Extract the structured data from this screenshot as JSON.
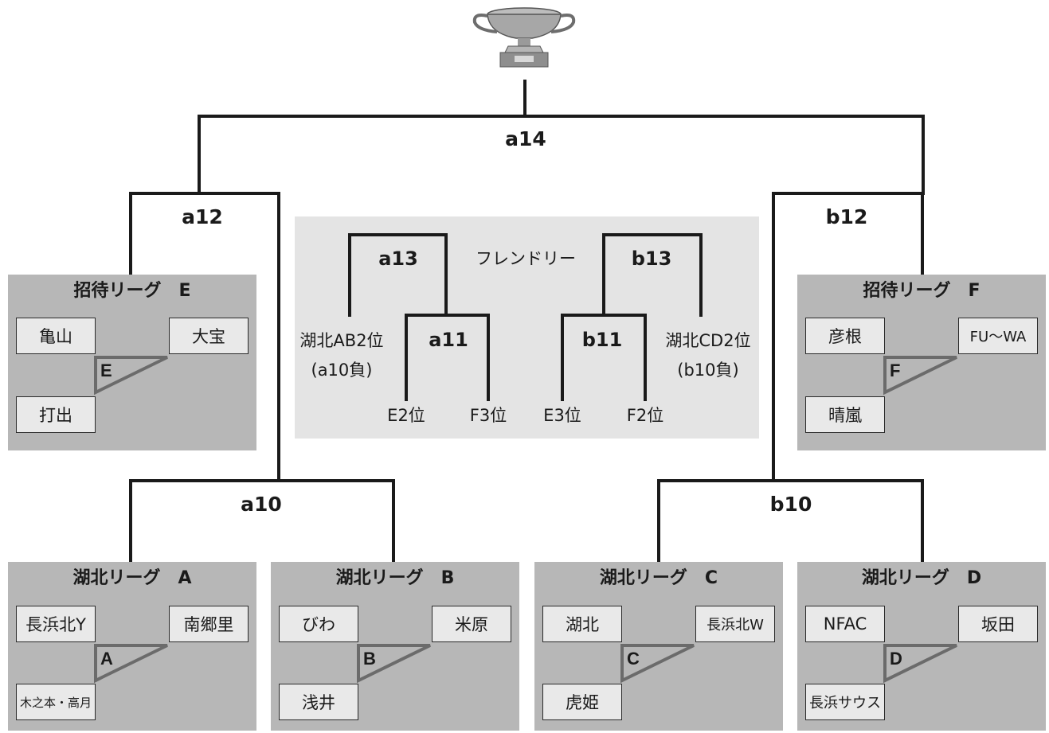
{
  "rounds": {
    "final": "a14",
    "semi_left": "a12",
    "semi_right": "b12",
    "qf_left": "a10",
    "qf_right": "b10"
  },
  "friendly": {
    "title": "フレンドリー",
    "a13": "a13",
    "b13": "b13",
    "a11": "a11",
    "b11": "b11",
    "left_seed_line1": "湖北AB2位",
    "left_seed_line2": "(a10負)",
    "right_seed_line1": "湖北CD2位",
    "right_seed_line2": "(b10負)",
    "e2": "E2位",
    "f3": "F3位",
    "e3": "E3位",
    "f2": "F2位"
  },
  "leagues": {
    "E": {
      "title": "招待リーグ　E",
      "letter": "E",
      "team1": "亀山",
      "team2": "大宝",
      "team3": "打出"
    },
    "F": {
      "title": "招待リーグ　F",
      "letter": "F",
      "team1": "彦根",
      "team2": "FU〜WA",
      "team3": "晴嵐"
    },
    "A": {
      "title": "湖北リーグ　A",
      "letter": "A",
      "team1": "長浜北Y",
      "team2": "南郷里",
      "team3": "木之本・高月"
    },
    "B": {
      "title": "湖北リーグ　B",
      "letter": "B",
      "team1": "びわ",
      "team2": "米原",
      "team3": "浅井"
    },
    "C": {
      "title": "湖北リーグ　C",
      "letter": "C",
      "team1": "湖北",
      "team2": "長浜北W",
      "team3": "虎姫"
    },
    "D": {
      "title": "湖北リーグ　D",
      "letter": "D",
      "team1": "NFAC",
      "team2": "坂田",
      "team3": "長浜サウス"
    }
  },
  "colors": {
    "bracket_line": "#1a1a1a",
    "panel_bg": "#b7b7b7",
    "friendly_bg": "#e4e4e4",
    "team_box_bg": "#e9e9e9",
    "triangle_stroke": "#6b6b6b"
  },
  "icons": {
    "trophy": "trophy-icon"
  }
}
